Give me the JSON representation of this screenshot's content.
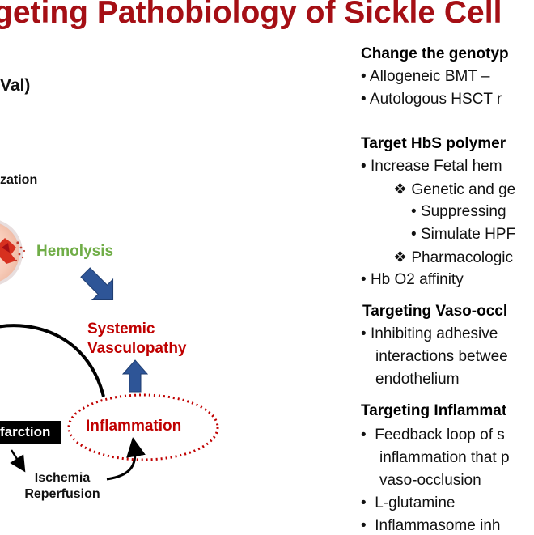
{
  "title": "geting Pathobiology of  Sickle Cell",
  "diagram": {
    "val_label": "Val)",
    "polymerization_label": "zation",
    "hemolysis_label": "Hemolysis",
    "systemic_line1": "Systemic",
    "systemic_line2": "Vasculopathy",
    "infarction_label": "farction",
    "inflammation_label": "Inflammation",
    "ischemia_line1": "Ischemia",
    "ischemia_line2": "Reperfusion"
  },
  "colors": {
    "title": "#a50f15",
    "hemolysis": "#70ad47",
    "red_text": "#c00000",
    "arrow_blue": "#2e5597",
    "infarction_box": "#000000"
  },
  "sections": [
    {
      "heading": "Change the genotyp",
      "items": [
        {
          "bullet": "•",
          "text": "Allogeneic BMT –"
        },
        {
          "bullet": "•",
          "text": "Autologous HSCT r"
        }
      ]
    },
    {
      "heading": "Target HbS polymer",
      "items": [
        {
          "bullet": "•",
          "text": "Increase Fetal hem"
        },
        {
          "bullet": "❖",
          "text": "Genetic and ge"
        },
        {
          "bullet": "•",
          "text": "Suppressing"
        },
        {
          "bullet": "•",
          "text": "Simulate HPF"
        },
        {
          "bullet": "❖",
          "text": "Pharmacologic"
        },
        {
          "bullet": "•",
          "text": "Hb O2 affinity"
        }
      ]
    },
    {
      "heading": "Targeting Vaso-occl",
      "items": [
        {
          "bullet": "•",
          "text": "Inhibiting adhesive"
        },
        {
          "bullet": "",
          "text": "interactions betwee"
        },
        {
          "bullet": "",
          "text": "endothelium"
        }
      ]
    },
    {
      "heading": "Targeting Inflammat",
      "items": [
        {
          "bullet": "•",
          "text": "Feedback loop of s"
        },
        {
          "bullet": "",
          "text": "inflammation that p"
        },
        {
          "bullet": "",
          "text": "vaso-occlusion"
        },
        {
          "bullet": "•",
          "text": "L-glutamine"
        },
        {
          "bullet": "•",
          "text": "Inflammasome inh"
        }
      ]
    }
  ]
}
